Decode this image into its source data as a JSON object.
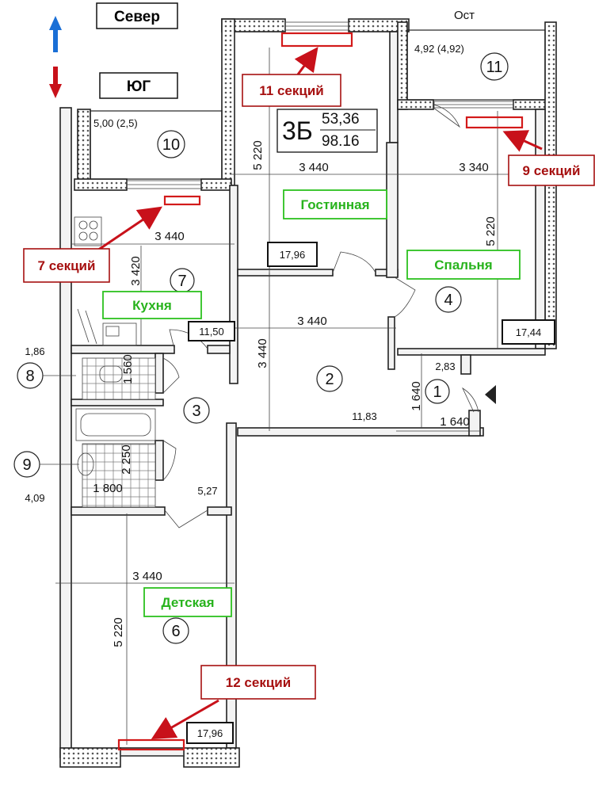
{
  "compass": {
    "north": "Север",
    "south": "ЮГ",
    "ost": "Ост"
  },
  "apartment": {
    "type": "3Б",
    "living_area": "53,36",
    "total_area": "98.16"
  },
  "rooms": {
    "r1": "1",
    "r2": "2",
    "r3": "3",
    "r4": "4",
    "r6": "6",
    "r7": "7",
    "r8": "8",
    "r9": "9",
    "r10": "10",
    "r11": "11"
  },
  "room_names": {
    "living": "Гостинная",
    "bedroom": "Спальня",
    "kitchen": "Кухня",
    "kids": "Детская"
  },
  "radiators": {
    "living": "11 секций",
    "bedroom": "9 секций",
    "kitchen": "7 секций",
    "kids": "12 секций"
  },
  "areas": {
    "living": "17,96",
    "kitchen": "11,50",
    "bedroom": "17,44",
    "kids": "17,96",
    "hall": "11,83",
    "corridor": "5,27",
    "entry": "2,83",
    "wc": "1,86",
    "bath": "4,09",
    "balcony_west": "5,00 (2,5)",
    "balcony_east": "4,92 (4,92)"
  },
  "dimensions": {
    "d3440a": "3 440",
    "d3440b": "3 440",
    "d3440c": "3 440",
    "d3440d": "3 440",
    "d3340": "3 340",
    "d5220a": "5 220",
    "d5220b": "5 220",
    "d5220c": "5 220",
    "d3420": "3 420",
    "d3440v": "3 440",
    "d1640a": "1 640",
    "d1640b": "1 640",
    "d1800": "1 800",
    "d1560": "1 560",
    "d2250": "2 250"
  },
  "colors": {
    "arrow_red": "#c8111a",
    "arrow_blue": "#1a6fd6",
    "label_green": "#2cc11f",
    "label_red": "#a61010"
  }
}
